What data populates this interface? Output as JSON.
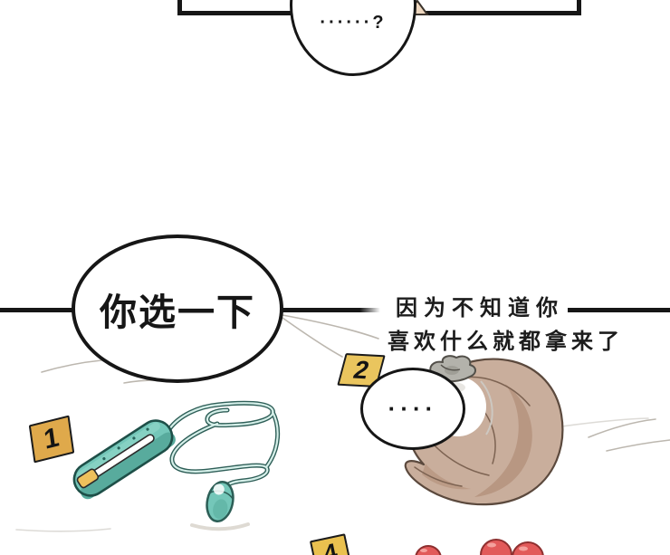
{
  "comic": {
    "bubbles": {
      "top": "······?",
      "main": "你选一下",
      "small": "····"
    },
    "narration": {
      "line1": "因为不知道你",
      "line2": "喜欢什么就都拿来了"
    },
    "tags": [
      {
        "label": "1"
      },
      {
        "label": "2"
      },
      {
        "label": "4"
      }
    ],
    "colors": {
      "ink": "#161616",
      "tag_yellow_1": "#dfa94b",
      "tag_yellow_2": "#eac55e",
      "tag_yellow_4": "#eac14f",
      "device_teal": "#74c7b9",
      "device_teal_dark": "#58ab9d",
      "device_teal_light": "#8fd6c8",
      "button_yellow": "#eec05c",
      "cord_light": "#d5efe9",
      "hair_brown": "#c9ae9c",
      "hair_shadow": "#b5937e",
      "scrunchie_gray": "#b3b2ab",
      "ball_red": "#e25a5a",
      "skin": "#eed7bf",
      "crease_gray": "#bcb7af"
    }
  }
}
